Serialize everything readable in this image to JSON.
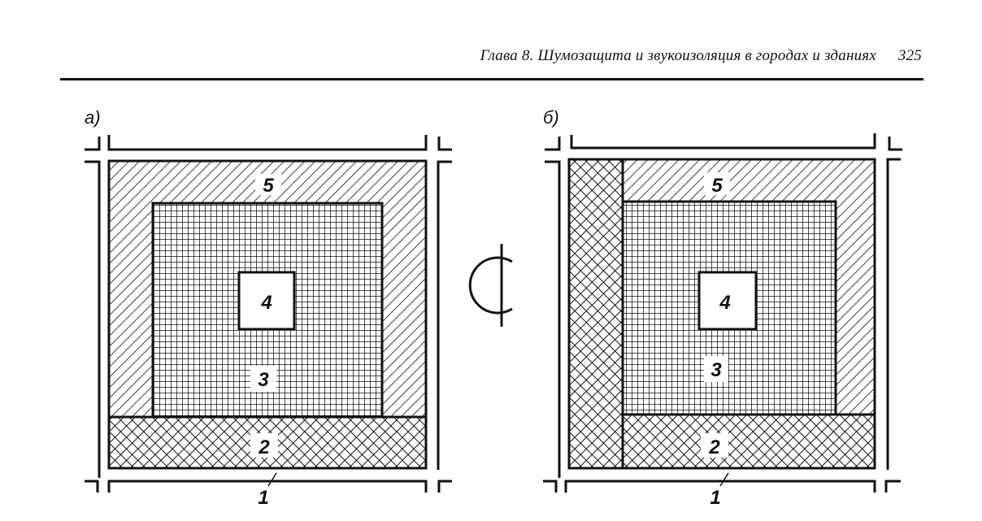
{
  "header": {
    "chapter_title": "Глава 8. Шумозащита и звукоизоляция в городах и зданиях",
    "page_number": "325"
  },
  "figure": {
    "panel_a": {
      "label": "а)",
      "zones": {
        "edge": "1",
        "bottom_strip": "2",
        "middle": "3",
        "core": "4",
        "outer": "5"
      }
    },
    "panel_b": {
      "label": "б)",
      "zones": {
        "edge": "1",
        "bottom_strip": "2",
        "middle": "3",
        "core": "4",
        "outer": "5"
      }
    },
    "axis_symbol": "centerline-symbol"
  },
  "colors": {
    "ink": "#111111",
    "paper": "#ffffff"
  }
}
